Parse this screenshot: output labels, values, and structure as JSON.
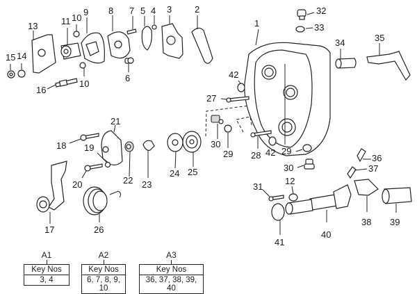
{
  "diagram": {
    "type": "exploded-parts-diagram",
    "callouts": {
      "c1": "1",
      "c2": "2",
      "c3": "3",
      "c4": "4",
      "c5": "5",
      "c6": "6",
      "c7": "7",
      "c8": "8",
      "c9": "9",
      "c10a": "10",
      "c10b": "10",
      "c11": "11",
      "c12": "12",
      "c13": "13",
      "c14": "14",
      "c15": "15",
      "c16": "16",
      "c17": "17",
      "c18": "18",
      "c19": "19",
      "c20": "20",
      "c21": "21",
      "c22": "22",
      "c23": "23",
      "c24": "24",
      "c25": "25",
      "c26": "26",
      "c27": "27",
      "c28": "28",
      "c29a": "29",
      "c29b": "29",
      "c30a": "30",
      "c30b": "30",
      "c31": "31",
      "c32": "32",
      "c33": "33",
      "c34": "34",
      "c35": "35",
      "c36": "36",
      "c37": "37",
      "c38": "38",
      "c39": "39",
      "c40": "40",
      "c41": "41",
      "c42a": "42",
      "c42b": "42"
    }
  },
  "key_tables": [
    {
      "label": "A1",
      "header": "Key Nos",
      "values": "3, 4"
    },
    {
      "label": "A2",
      "header": "Key Nos",
      "values": "6, 7, 8, 9, 10"
    },
    {
      "label": "A3",
      "header": "Key Nos",
      "values": "36, 37, 38, 39, 40"
    }
  ]
}
